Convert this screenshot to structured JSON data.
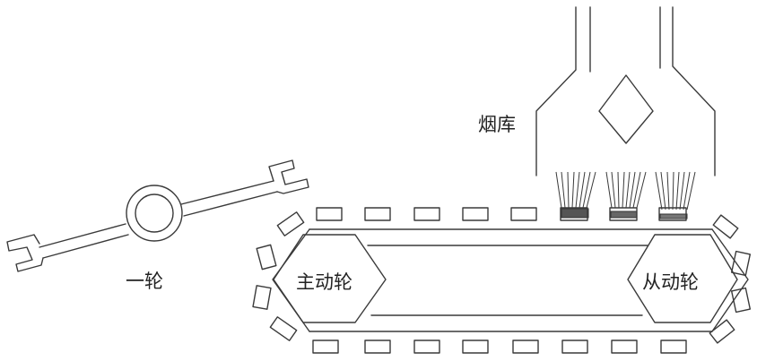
{
  "labels": {
    "storage": "烟库",
    "first_wheel": "一轮",
    "drive_wheel": "主动轮",
    "driven_wheel": "从动轮"
  }
}
